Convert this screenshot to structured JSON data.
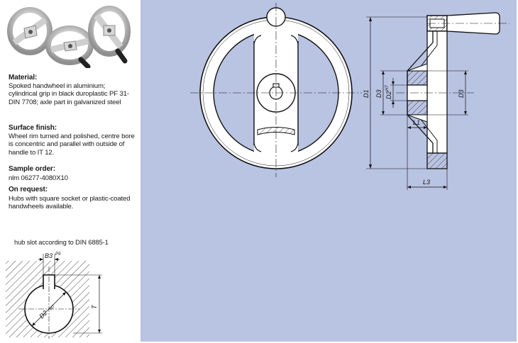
{
  "description": {
    "material_heading": "Material:",
    "material_text": "Spoked handwheel in aluminium; cylindrical grip in black duroplastic PF 31-DIN 7708; axle part in galvanized steel",
    "finish_heading": "Surface finish:",
    "finish_text": "Wheel rim turned and polished, centre bore is concentric and parallel with outside of handle to IT 12.",
    "order_heading": "Sample order:",
    "order_text": "nlm 06277-4080X10",
    "request_heading": "On request:",
    "request_text": "Hubs with square socket or plastic-coated handwheels available."
  },
  "hub_slot": {
    "caption": "hub slot according to DIN 6885-1",
    "b3_label": "B3",
    "b3_tol": "P9",
    "d2_label": "D2",
    "d2_tol": "H7",
    "t_label": "T"
  },
  "drawing": {
    "d1": "D1",
    "d3_left": "D3",
    "d2": "D2",
    "d2_tol": "H7",
    "d3_right": "D3",
    "l1": "L1",
    "l3": "L3"
  },
  "colors": {
    "drawing_background": "#b9c3e2",
    "line": "#1a1a1a"
  }
}
